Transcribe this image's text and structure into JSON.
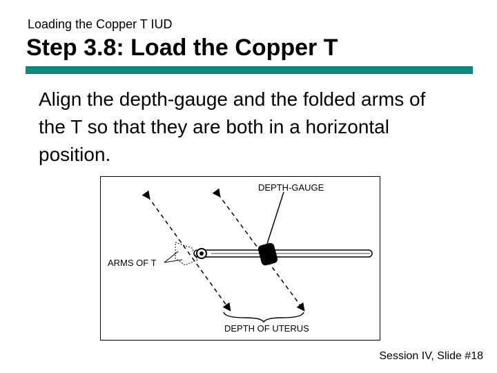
{
  "slide": {
    "subtitle": "Loading the Copper T IUD",
    "title": "Step 3.8: Load the Copper T",
    "body": "Align the depth-gauge and the folded arms of the T so that they are both in a horizontal position.",
    "footer": "Session IV, Slide #18",
    "accent_color": "#0e8a7e"
  },
  "figure": {
    "labels": {
      "depth_gauge": "DEPTH-GAUGE",
      "arms_of_t": "ARMS OF  T",
      "depth_of_uterus": "DEPTH OF UTERUS"
    }
  }
}
